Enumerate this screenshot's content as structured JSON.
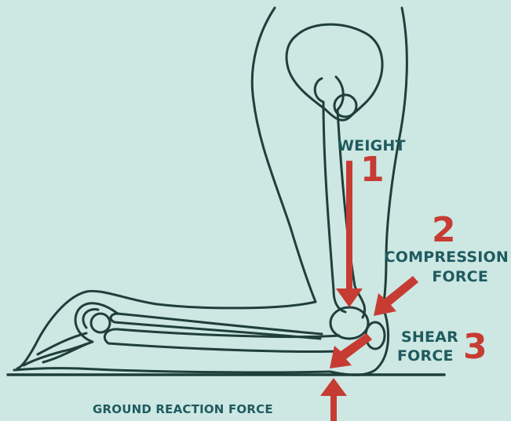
{
  "labels": {
    "weight": "WEIGHT",
    "num_weight": "1",
    "num_compression": "2",
    "compression_line1": "COMPRESSION",
    "compression_line2": "FORCE",
    "shear_line1": "SHEAR",
    "shear_line2": "FORCE",
    "num_shear": "3",
    "ground_reaction": "GROUND REACTION FORCE"
  },
  "colors": {
    "background": "#cde7e3",
    "outline": "#1f3f3a",
    "label_text": "#1f5b5f",
    "arrow": "#c63c33"
  }
}
